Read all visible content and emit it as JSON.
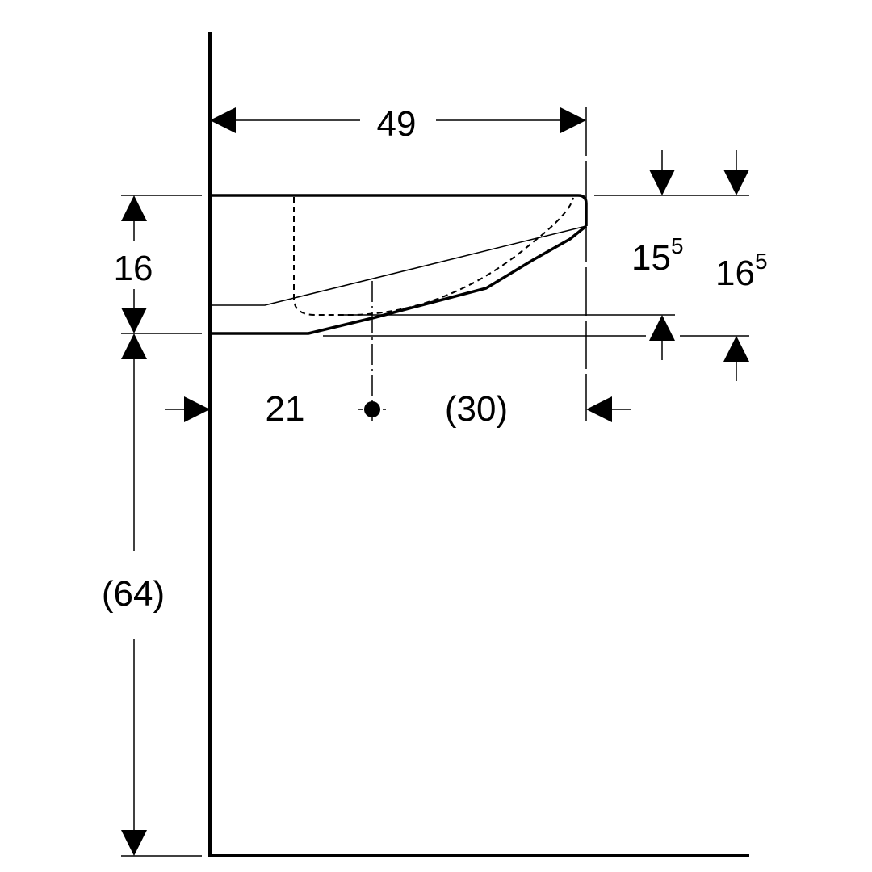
{
  "title": "Washbasin side-view dimension drawing",
  "dimensions": {
    "depth": "49",
    "basin_height": "16",
    "mount_height": "(64)",
    "drain_offset": "21",
    "drain_to_front": "(30)",
    "inner_height_main": "15",
    "inner_height_sup": "5",
    "outer_height_main": "16",
    "outer_height_sup": "5"
  },
  "colors": {
    "line": "#000000",
    "background": "#ffffff"
  }
}
